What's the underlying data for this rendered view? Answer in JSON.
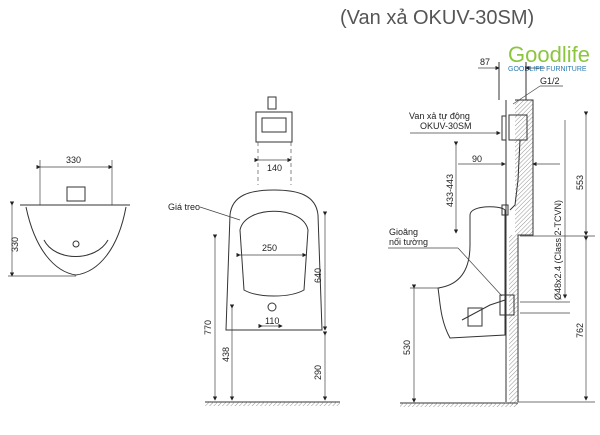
{
  "title": "(Van xả OKUV-30SM)",
  "logo": {
    "brand": "Goodlife",
    "tagline": "GOODLIFE FURNITURE"
  },
  "left_view": {
    "width_dim": "330",
    "depth_dim": "330"
  },
  "front_view": {
    "valve_width": "140",
    "hanger_label": "Giá treo",
    "inner_width": "250",
    "outlet_width": "110",
    "height_total": "770",
    "height_urinal": "640",
    "height_outlet": "438",
    "height_bottom": "290"
  },
  "side_view": {
    "wall_offset": "87",
    "thread_label": "G1/2",
    "valve_label_1": "Van xả tự động",
    "valve_label_2": "OKUV-30SM",
    "pipe_offset": "90",
    "valve_height": "433-443",
    "pipe_height": "553",
    "pipe_spec": "Ø48x2.4 (Class 2-TCVN)",
    "gasket_label_1": "Gioăng",
    "gasket_label_2": "nối tường",
    "rim_height": "530",
    "outlet_height": "762"
  }
}
